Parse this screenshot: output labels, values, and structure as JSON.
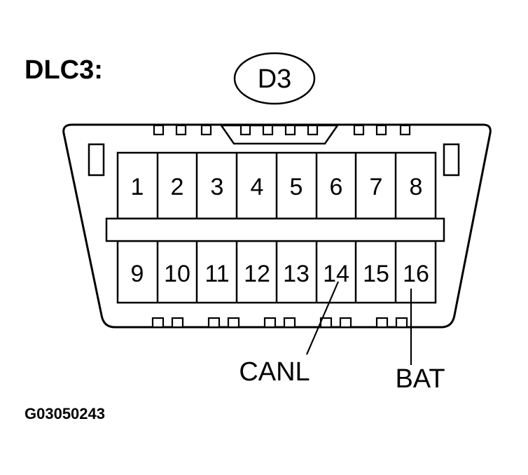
{
  "diagram": {
    "title": "DLC3:",
    "badge": "D3",
    "figure_id": "G03050243",
    "pins_top": [
      "1",
      "2",
      "3",
      "4",
      "5",
      "6",
      "7",
      "8"
    ],
    "pins_bottom": [
      "9",
      "10",
      "11",
      "12",
      "13",
      "14",
      "15",
      "16"
    ],
    "annotations": {
      "canl": {
        "label": "CANL",
        "points_to_pin": "14"
      },
      "bat": {
        "label": "BAT",
        "points_to_pin": "16"
      }
    },
    "colors": {
      "line": "#000000",
      "background": "#ffffff"
    }
  }
}
